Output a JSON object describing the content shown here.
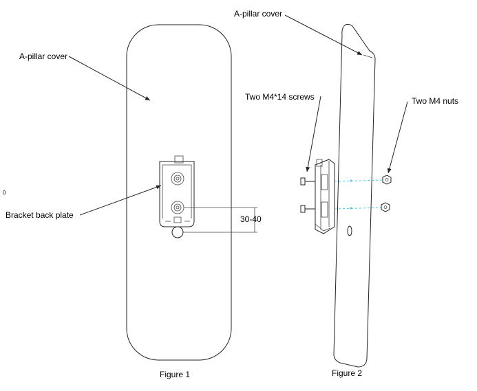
{
  "figure1": {
    "caption": "Figure 1",
    "cover_label": "A-pillar cover",
    "bracket_label": "Bracket back plate",
    "dimension": "30-40",
    "edge_mark": "0"
  },
  "figure2": {
    "caption": "Figure 2",
    "cover_label": "A-pillar cover",
    "screws_label": "Two M4*14 screws",
    "nuts_label": "Two M4 nuts"
  }
}
